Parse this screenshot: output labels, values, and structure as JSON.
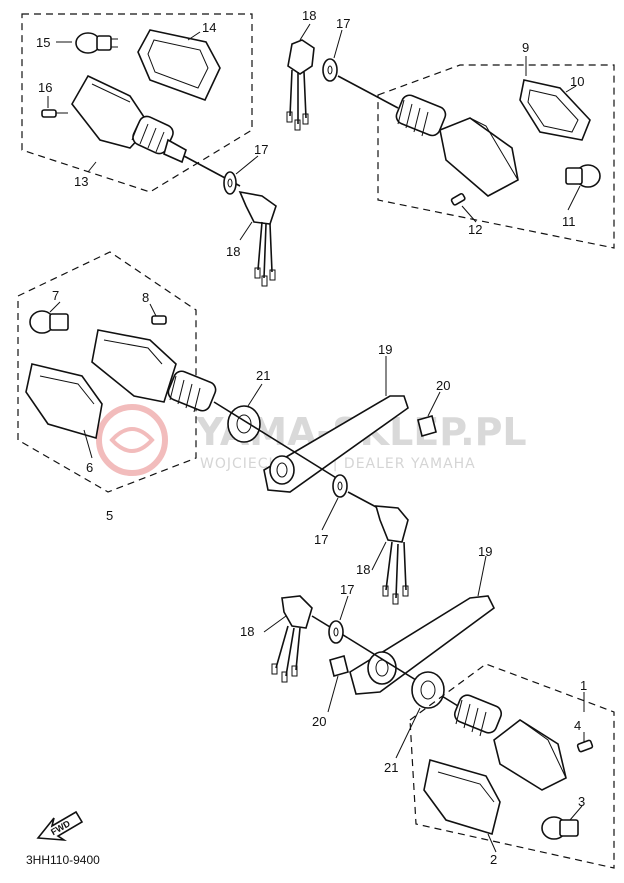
{
  "diagram": {
    "code": "3HH110-9400",
    "fwd_label": "FWD",
    "watermark": {
      "brand": "YAMA-SKLEP.PL",
      "dealer": "WOJCIECH … CZ | DEALER YAMAHA"
    },
    "callouts": {
      "c1": "1",
      "c2": "2",
      "c3": "3",
      "c4": "4",
      "c5": "5",
      "c6": "6",
      "c7": "7",
      "c8": "8",
      "c9": "9",
      "c10": "10",
      "c11": "11",
      "c12": "12",
      "c13": "13",
      "c14": "14",
      "c15": "15",
      "c16": "16",
      "c17a": "17",
      "c17b": "17",
      "c17c": "17",
      "c17d": "17",
      "c18a": "18",
      "c18b": "18",
      "c18c": "18",
      "c18d": "18",
      "c19a": "19",
      "c19b": "19",
      "c20a": "20",
      "c20b": "20",
      "c21a": "21",
      "c21b": "21"
    }
  }
}
